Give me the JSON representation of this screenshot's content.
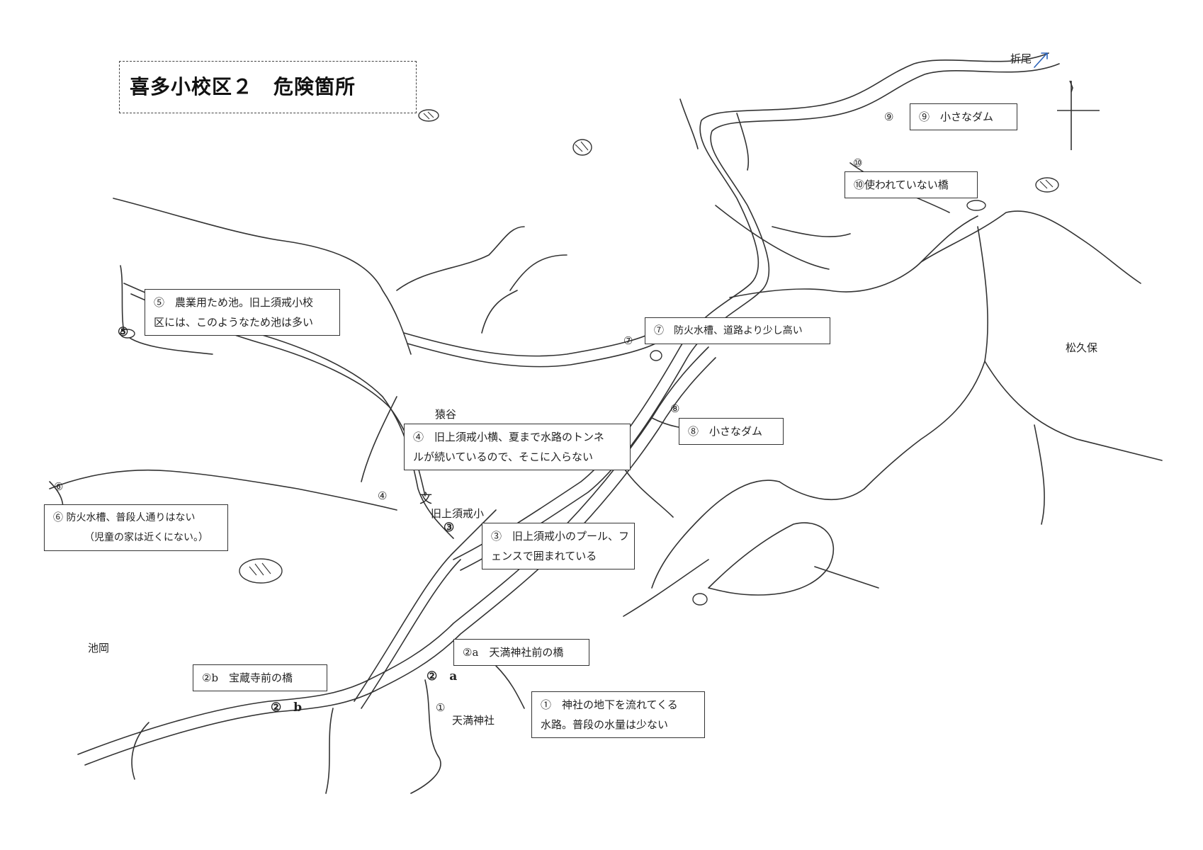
{
  "title": "喜多小校区２　危険箇所",
  "place_names": {
    "orio": "折尾",
    "matsukubo": "松久保",
    "sarutani": "猿谷",
    "kyu_kamisukai_sho": "旧上須戒小",
    "ikeoka": "池岡",
    "tenman_jinja": "天満神社",
    "school_symbol": "文"
  },
  "callouts": {
    "c1": {
      "line1": "①　神社の地下を流れてくる",
      "line2": "水路。普段の水量は少ない"
    },
    "c2a": {
      "line1": "②a　天満神社前の橋"
    },
    "c2b": {
      "line1": "②b　宝蔵寺前の橋"
    },
    "c3": {
      "line1": "③　旧上須戒小のプール、フ",
      "line2": "ェンスで囲まれている"
    },
    "c4": {
      "line1": "④　旧上須戒小横、夏まで水路のトンネ",
      "line2": "ルが続いているので、そこに入らない"
    },
    "c5": {
      "line1": "⑤　農業用ため池。旧上須戒小校",
      "line2": "区には、このようなため池は多い"
    },
    "c6": {
      "line1": "⑥ 防火水槽、普段人通りはない",
      "line2": "（児童の家は近くにない。）"
    },
    "c7": {
      "line1": "⑦　防火水槽、道路より少し高い"
    },
    "c8": {
      "line1": "⑧　小さなダム"
    },
    "c9": {
      "line1": "⑨　小さなダム"
    },
    "c10": {
      "line1": "⑩使われていない橋"
    }
  },
  "markers": {
    "m1": "①",
    "m2a": "②　a",
    "m2b": "②　b",
    "m3": "③",
    "m4": "④",
    "m5": "⑤",
    "m6": "⑥",
    "m7": "⑦",
    "m8": "⑧",
    "m9": "⑨",
    "m10": "⑩"
  },
  "colors": {
    "road": "#333333",
    "arrow": "#2a62b8",
    "pond": "#333333"
  }
}
